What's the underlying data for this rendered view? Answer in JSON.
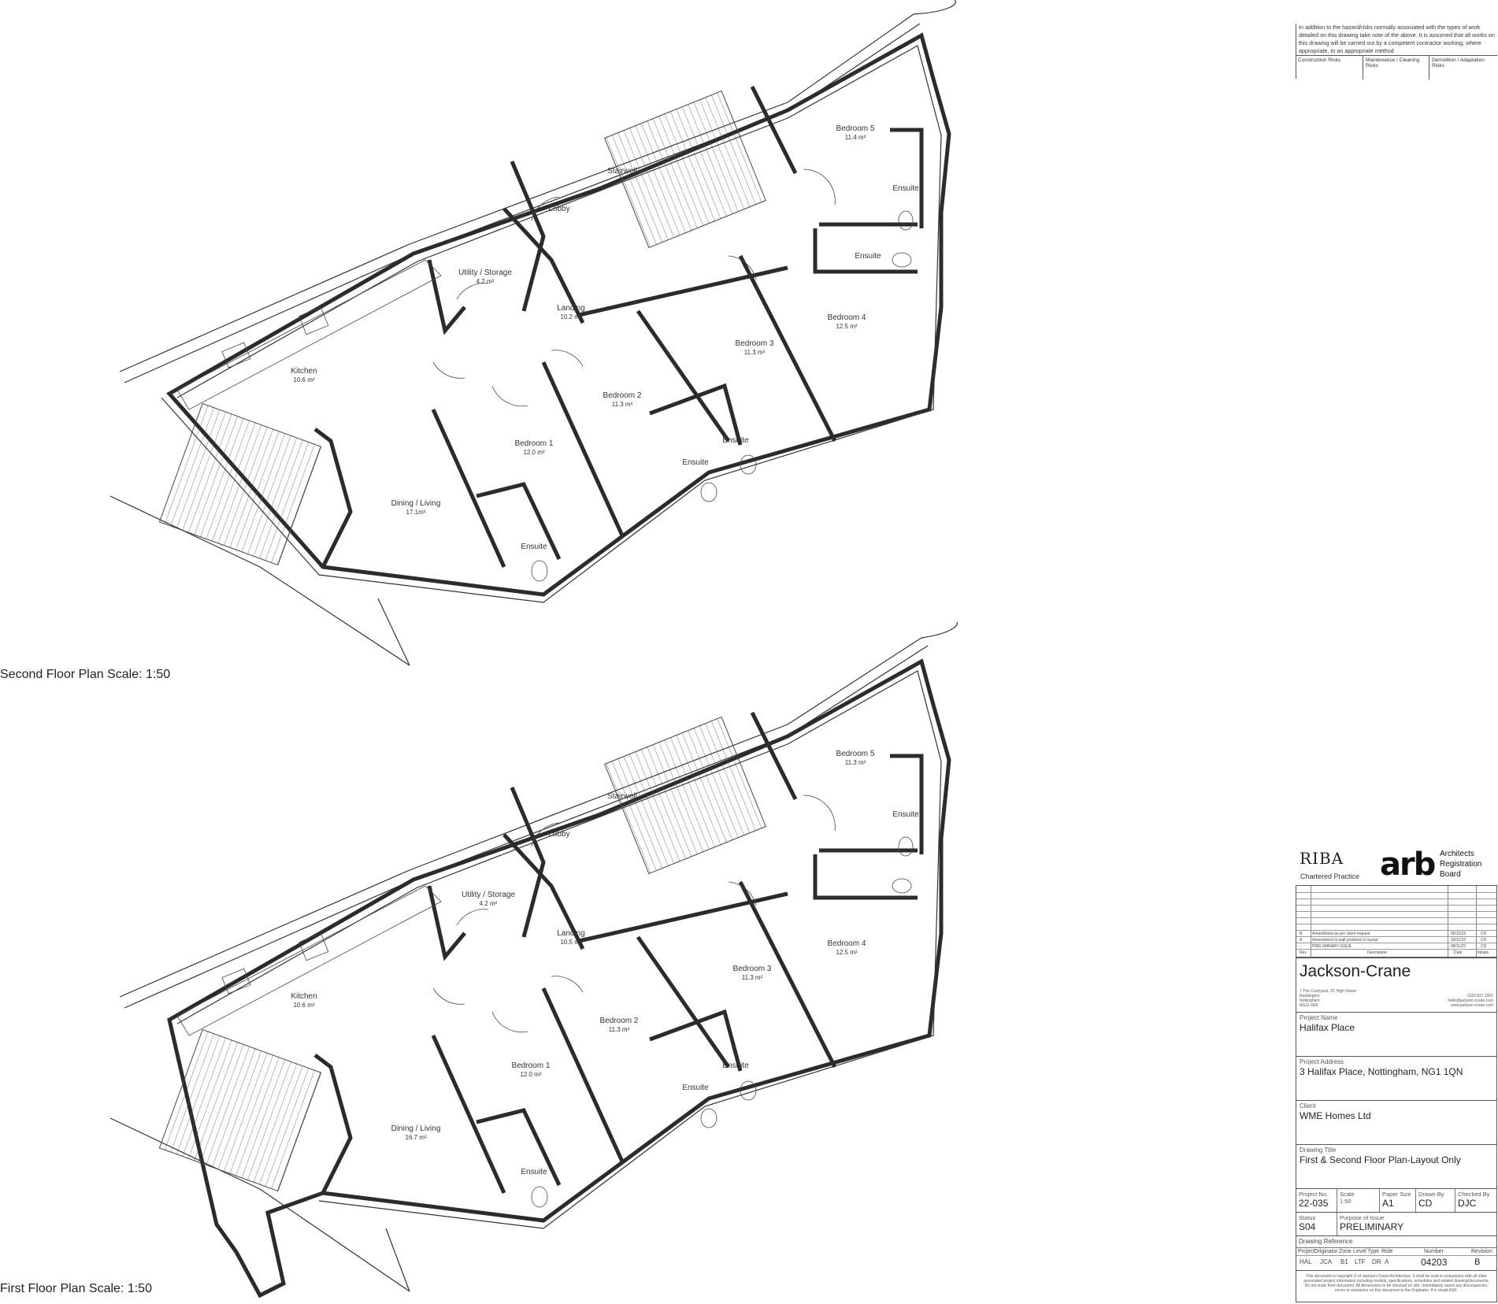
{
  "plans": {
    "second": {
      "caption": "Second Floor Plan Scale: 1:50",
      "rooms": [
        {
          "name": "Bedroom 5",
          "area": "11.4 m²"
        },
        {
          "name": "Stairwell",
          "area": ""
        },
        {
          "name": "Lobby",
          "area": ""
        },
        {
          "name": "Ensuite",
          "area": ""
        },
        {
          "name": "Ensuite",
          "area": ""
        },
        {
          "name": "Utility / Storage",
          "area": "4.2 m²"
        },
        {
          "name": "Landing",
          "area": "10.2 m²"
        },
        {
          "name": "Bedroom 4",
          "area": "12.5 m²"
        },
        {
          "name": "Bedroom 3",
          "area": "11.3 m²"
        },
        {
          "name": "Kitchen",
          "area": "10.6 m²"
        },
        {
          "name": "Bedroom 2",
          "area": "11.3 m²"
        },
        {
          "name": "Bedroom 1",
          "area": "12.0 m²"
        },
        {
          "name": "Ensuite",
          "area": ""
        },
        {
          "name": "Ensuite",
          "area": ""
        },
        {
          "name": "Dining / Living",
          "area": "17.1m²"
        },
        {
          "name": "Ensuite",
          "area": ""
        }
      ]
    },
    "first": {
      "caption": "First Floor Plan Scale: 1:50",
      "rooms": [
        {
          "name": "Bedroom 5",
          "area": "11.3 m²"
        },
        {
          "name": "Stairwell",
          "area": ""
        },
        {
          "name": "Lobby",
          "area": ""
        },
        {
          "name": "Ensuite",
          "area": ""
        },
        {
          "name": "Utility / Storage",
          "area": "4.2 m²"
        },
        {
          "name": "Landing",
          "area": "10.5 m²"
        },
        {
          "name": "Bedroom 4",
          "area": "12.5 m²"
        },
        {
          "name": "Bedroom 3",
          "area": "11.3 m²"
        },
        {
          "name": "Kitchen",
          "area": "10.6 m²"
        },
        {
          "name": "Bedroom 2",
          "area": "11.3 m²"
        },
        {
          "name": "Bedroom 1",
          "area": "12.0 m²"
        },
        {
          "name": "Ensuite",
          "area": ""
        },
        {
          "name": "Ensuite",
          "area": ""
        },
        {
          "name": "Dining / Living",
          "area": "16.7 m²"
        },
        {
          "name": "Ensuite",
          "area": ""
        }
      ]
    }
  },
  "hazard": {
    "text": "In addition to the hazard/risks normally associated with the types of work detailed on this drawing take note of the above. It is assumed that all works on this drawing will be carried out by a competent contractor working, where appropriate, to an appropriate method",
    "col1": "Construction Risks",
    "col2": "Maintenance / Cleaning Risks",
    "col3": "Demolition / Adaptation Risks"
  },
  "logos": {
    "riba": "RIBA",
    "riba_sub": "Chartered Practice",
    "arb_mark": "arb",
    "arb_line1": "Architects",
    "arb_line2": "Registration",
    "arb_line3": "Board"
  },
  "revisions": {
    "rows": [
      {
        "rev": "B",
        "desc": "Amendment as per client request",
        "date": "05/12/22",
        "initials": "CD"
      },
      {
        "rev": "A",
        "desc": "Amendment to wall positions in layout",
        "date": "18/11/22",
        "initials": "CD"
      },
      {
        "rev": "-",
        "desc": "PRELIMINARY ISSUE",
        "date": "08/11/22",
        "initials": "CD"
      }
    ],
    "header": {
      "rev": "Rev",
      "desc": "Description",
      "date": "Date",
      "initials": "Initials"
    }
  },
  "firm": {
    "name": "Jackson-Crane",
    "address": [
      "7 The Courtyard, 2C High Street",
      "Ruddington",
      "Nottingham",
      "NG11 6EB"
    ],
    "contact": [
      "0115 837 2202",
      "hello@jackson-crane.com",
      "www.jackson-crane.com"
    ]
  },
  "project": {
    "name_label": "Project Name",
    "name": "Halifax Place",
    "address_label": "Project Address",
    "address": "3 Halifax Place, Nottingham, NG1 1QN",
    "client_label": "Client",
    "client": "WME Homes Ltd",
    "title_label": "Drawing Title",
    "title": "First & Second Floor Plan-Layout Only",
    "no_label": "Project No.",
    "no": "22-035",
    "scale_label": "Scale",
    "scale": "1:50",
    "paper_label": "Paper Size",
    "paper": "A1",
    "drawn_label": "Drawn By",
    "drawn": "CD",
    "checked_label": "Checked By",
    "checked": "DJC",
    "status_label": "Status",
    "status": "S04",
    "purpose_label": "Purpose of Issue",
    "purpose": "PRELIMINARY",
    "ref_label": "Drawing Reference",
    "ref_headers": [
      "Project",
      "Originator",
      "Zone",
      "Level",
      "Type",
      "Role",
      "Number",
      "Revision"
    ],
    "ref_values": [
      "HAL",
      "JCA",
      "B1",
      "LTF",
      "DR",
      "A",
      "04203",
      "B"
    ],
    "notice": "This document is copyright © of Jackson-Crane Architecture. It shall be read in conjunction with all other associated project information including models, specifications, schedules and related drawing/documents. Do not scale from document. All dimensions to be checked on site. Immediately report any discrepancies, errors or omissions on this document to the Originator. If in doubt ASK."
  }
}
